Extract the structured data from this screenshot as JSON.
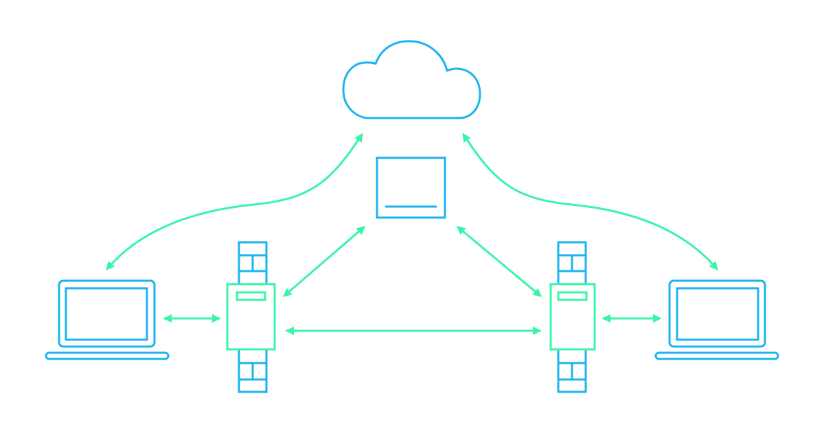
{
  "colors": {
    "device_stroke": "#1ab3f0",
    "connector_stroke": "#38f5a8",
    "background": "#ffffff"
  },
  "diagram": {
    "nodes": [
      {
        "id": "cloud",
        "icon": "cloud-icon"
      },
      {
        "id": "server",
        "icon": "server-box-icon"
      },
      {
        "id": "device-left",
        "icon": "din-rail-device-icon"
      },
      {
        "id": "device-right",
        "icon": "din-rail-device-icon"
      },
      {
        "id": "laptop-left",
        "icon": "laptop-icon"
      },
      {
        "id": "laptop-right",
        "icon": "laptop-icon"
      }
    ],
    "connections": [
      {
        "from": "cloud",
        "to": "laptop-left",
        "direction": "both"
      },
      {
        "from": "cloud",
        "to": "laptop-right",
        "direction": "both"
      },
      {
        "from": "server",
        "to": "device-left",
        "direction": "both"
      },
      {
        "from": "server",
        "to": "device-right",
        "direction": "both"
      },
      {
        "from": "device-left",
        "to": "device-right",
        "direction": "both"
      },
      {
        "from": "laptop-left",
        "to": "device-left",
        "direction": "both"
      },
      {
        "from": "device-right",
        "to": "laptop-right",
        "direction": "both"
      }
    ]
  }
}
